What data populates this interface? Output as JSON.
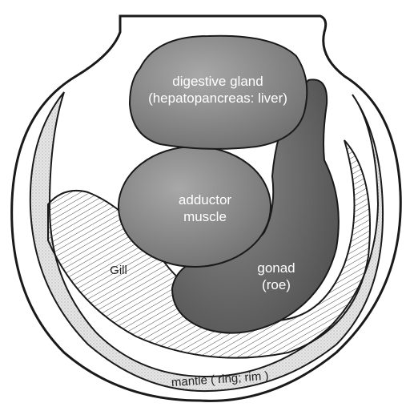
{
  "labels": {
    "digestive_line1": "digestive gland",
    "digestive_line2": "(hepatopancreas: liver)",
    "adductor_line1": "adductor",
    "adductor_line2": "muscle",
    "gonad_line1": "gonad",
    "gonad_line2": "(roe)",
    "gill": "Gill",
    "mantle": "mantle ( ring; rim )"
  },
  "colors": {
    "organ_fill": "#8e8e8e",
    "gonad_fill": "#6f6f6f",
    "outline": "#1a1a1a",
    "mantle_fill": "#d9d9d9"
  }
}
